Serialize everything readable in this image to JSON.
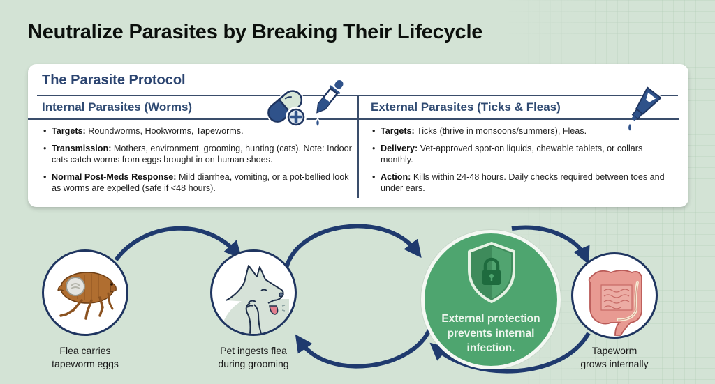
{
  "header": {
    "title": "Neutralize Parasites by Breaking Their Lifecycle"
  },
  "protocol_card": {
    "title": "The Parasite Protocol",
    "internal": {
      "heading": "Internal Parasites (Worms)",
      "icons": [
        "pill-capsule-plus-icon",
        "dropper-icon"
      ],
      "items": [
        {
          "label": "Targets:",
          "text": " Roundworms, Hookworms, Tapeworms."
        },
        {
          "label": "Transmission:",
          "text": " Mothers, environment, grooming, hunting (cats). Note: Indoor cats catch worms from eggs brought in on human shoes."
        },
        {
          "label": "Normal Post-Meds Response:",
          "text": " Mild diarrhea, vomiting, or a pot-bellied look as worms are expelled (safe if <48 hours)."
        }
      ]
    },
    "external": {
      "heading": "External Parasites (Ticks & Fleas)",
      "icons": [
        "spot-on-tube-icon"
      ],
      "items": [
        {
          "label": "Targets:",
          "text": " Ticks (thrive in monsoons/summers), Fleas."
        },
        {
          "label": "Delivery:",
          "text": " Vet-approved spot-on liquids, chewable tablets, or collars monthly."
        },
        {
          "label": "Action:",
          "text": " Kills within 24-48 hours. Daily checks required between toes and under ears."
        }
      ]
    }
  },
  "lifecycle": {
    "steps": [
      {
        "icon": "flea-icon",
        "label_line1": "Flea carries",
        "label_line2": "tapeworm eggs"
      },
      {
        "icon": "dog-grooming-icon",
        "label_line1": "Pet ingests flea",
        "label_line2": "during grooming"
      },
      {
        "icon": "shield-lock-icon",
        "text_line1": "External protection",
        "text_line2": "prevents internal",
        "text_line3": "infection."
      },
      {
        "icon": "intestine-icon",
        "label_line1": "Tapeworm",
        "label_line2": "grows internally"
      }
    ]
  },
  "colors": {
    "background": "#d3e3d5",
    "navy": "#1f3560",
    "heading_blue": "#2b4470",
    "green": "#4ea56f",
    "flea_brown": "#a8672c",
    "intestine_pink": "#e79a93"
  }
}
